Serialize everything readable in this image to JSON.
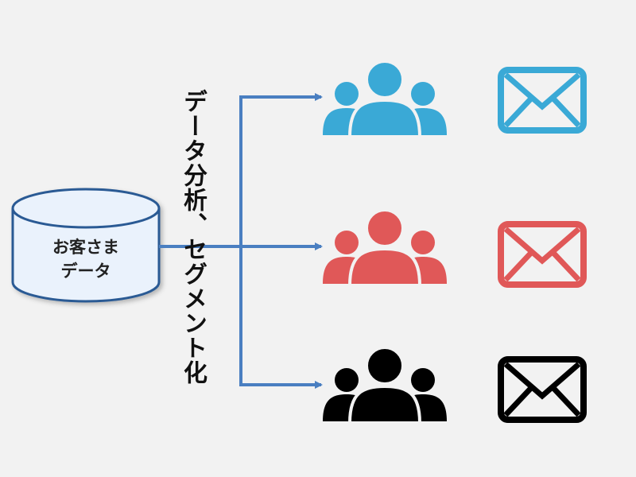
{
  "database": {
    "label_line1": "お客さま",
    "label_line2": "データ",
    "fill": "#eaf2fc",
    "stroke": "#2a5a94"
  },
  "process_label": "データ分析、セグメント化",
  "arrow_color": "#4a7fc1",
  "segments": [
    {
      "name": "segment-blue",
      "color": "#3aa9d6",
      "icons": [
        "people-icon",
        "envelope-icon"
      ]
    },
    {
      "name": "segment-red",
      "color": "#e05858",
      "icons": [
        "people-icon",
        "envelope-icon"
      ]
    },
    {
      "name": "segment-black",
      "color": "#000000",
      "icons": [
        "people-icon",
        "envelope-icon"
      ]
    }
  ]
}
